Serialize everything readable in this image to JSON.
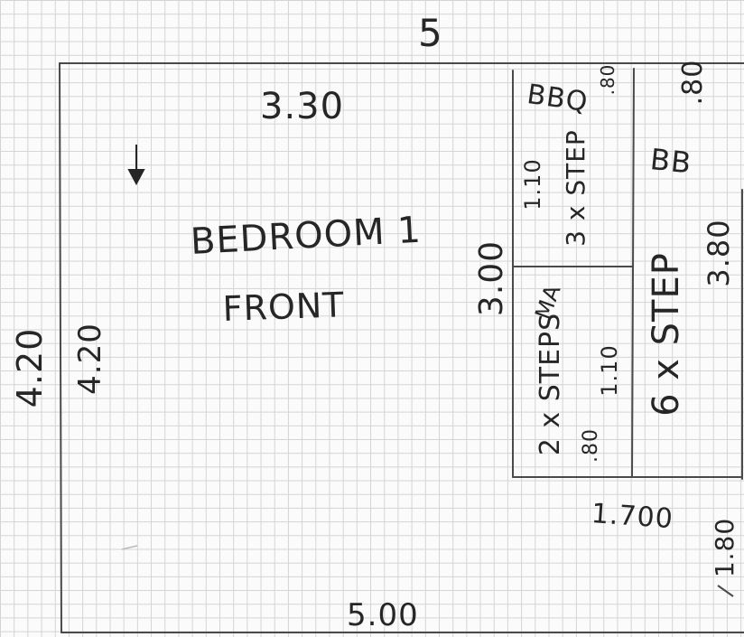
{
  "sketch": {
    "top_mark": "5",
    "room_name": "BEDROOM 1",
    "room_label": "FRONT",
    "room_width_top": "3.30",
    "room_height_outer": "4.20",
    "room_height_inner": "4.20",
    "bottom_width": "5.00",
    "middle_height": "3.00",
    "upper_closet_label": "BBQ",
    "upper_closet_depth": ".80",
    "upper_closet_height": "1.10",
    "upper_closet_steps": "3 x STEP",
    "right_corridor_depth": ".80",
    "right_corridor_label": "BB",
    "right_corridor_height": "3.80",
    "right_corridor_steps": "6 x STEP",
    "lower_closet_label": "MA",
    "lower_closet_height": "1.10",
    "lower_closet_depth": ".80",
    "lower_closet_steps": "2 x STEPS",
    "bottom_right_width": "1.700",
    "bottom_right_height": "1.80"
  },
  "colors": {
    "paper": "#fbfbfb",
    "grid": "#d4d4d4",
    "pencil": "#4a4a4a",
    "ink": "#262626"
  },
  "icons": {
    "arrow": "down-arrow-icon"
  }
}
